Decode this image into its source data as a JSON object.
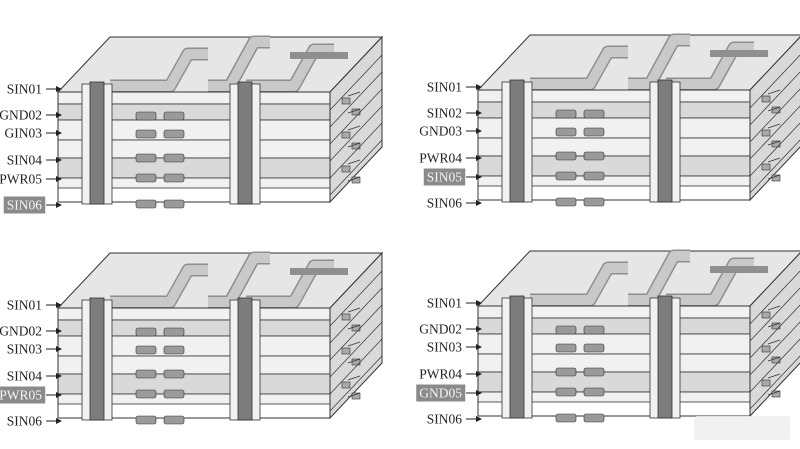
{
  "colors": {
    "face_light": "#f1f1f1",
    "face_mid": "#d9d9d9",
    "face_dark": "#a9a9a9",
    "top_face": "#e6e6e6",
    "trace": "#c9c9c9",
    "trace_dark": "#8f8f8f",
    "via": "#7d7d7d",
    "pad": "#9a9a9a",
    "outline": "#333333",
    "highlight_bg": "#8a8a8a",
    "highlight_text": "#f4f4f4"
  },
  "panels": [
    {
      "labels": [
        {
          "text": "SIN01",
          "highlight": false
        },
        {
          "text": "GND02",
          "highlight": false
        },
        {
          "text": "GIN03",
          "highlight": false
        },
        {
          "text": "SIN04",
          "highlight": false
        },
        {
          "text": "PWR05",
          "highlight": false
        },
        {
          "text": "SIN06",
          "highlight": true
        }
      ]
    },
    {
      "labels": [
        {
          "text": "SIN01",
          "highlight": false
        },
        {
          "text": "SIN02",
          "highlight": false
        },
        {
          "text": "GND03",
          "highlight": false
        },
        {
          "text": "PWR04",
          "highlight": false
        },
        {
          "text": "SIN05",
          "highlight": true
        },
        {
          "text": "SIN06",
          "highlight": false
        }
      ]
    },
    {
      "labels": [
        {
          "text": "SIN01",
          "highlight": false
        },
        {
          "text": "GND02",
          "highlight": false
        },
        {
          "text": "SIN03",
          "highlight": false
        },
        {
          "text": "SIN04",
          "highlight": false
        },
        {
          "text": "PWR05",
          "highlight": true
        },
        {
          "text": "SIN06",
          "highlight": false
        }
      ]
    },
    {
      "labels": [
        {
          "text": "SIN01",
          "highlight": false
        },
        {
          "text": "GND02",
          "highlight": false
        },
        {
          "text": "SIN03",
          "highlight": false
        },
        {
          "text": "PWR04",
          "highlight": false
        },
        {
          "text": "GND05",
          "highlight": true
        },
        {
          "text": "SIN06",
          "highlight": false
        }
      ]
    }
  ]
}
